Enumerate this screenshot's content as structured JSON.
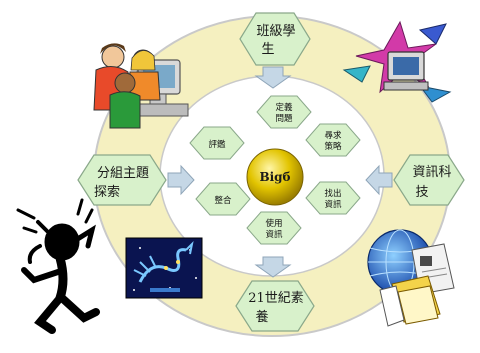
{
  "outer_nodes": {
    "top": [
      "班級學",
      "生"
    ],
    "left": [
      "分組主題",
      "探索"
    ],
    "right": [
      "資訊科",
      "技"
    ],
    "bottom": [
      "21世紀素",
      "養"
    ]
  },
  "inner_nodes": {
    "define_problem": [
      "定義",
      "問題"
    ],
    "seek_strategy": [
      "尋求",
      "策略"
    ],
    "find_info": [
      "找出",
      "資訊"
    ],
    "use_info": [
      "使用",
      "資訊"
    ],
    "integrate": [
      "整合"
    ],
    "evaluate": [
      "評鑑"
    ]
  },
  "center_label": "Bigб",
  "colors": {
    "ring": "#f5f0c0",
    "ring_border": "#c9c9c9",
    "hexagon": "#d8f1cb",
    "hexagon_border": "#8aa88a",
    "arrow": "#c5d7e6",
    "center_gold": "#e2c400"
  },
  "clipart": [
    "students-at-computer-clipart",
    "computer-star-clipart",
    "worried-person-clipart",
    "scorpio-zodiac-clipart",
    "globe-documents-clipart"
  ]
}
